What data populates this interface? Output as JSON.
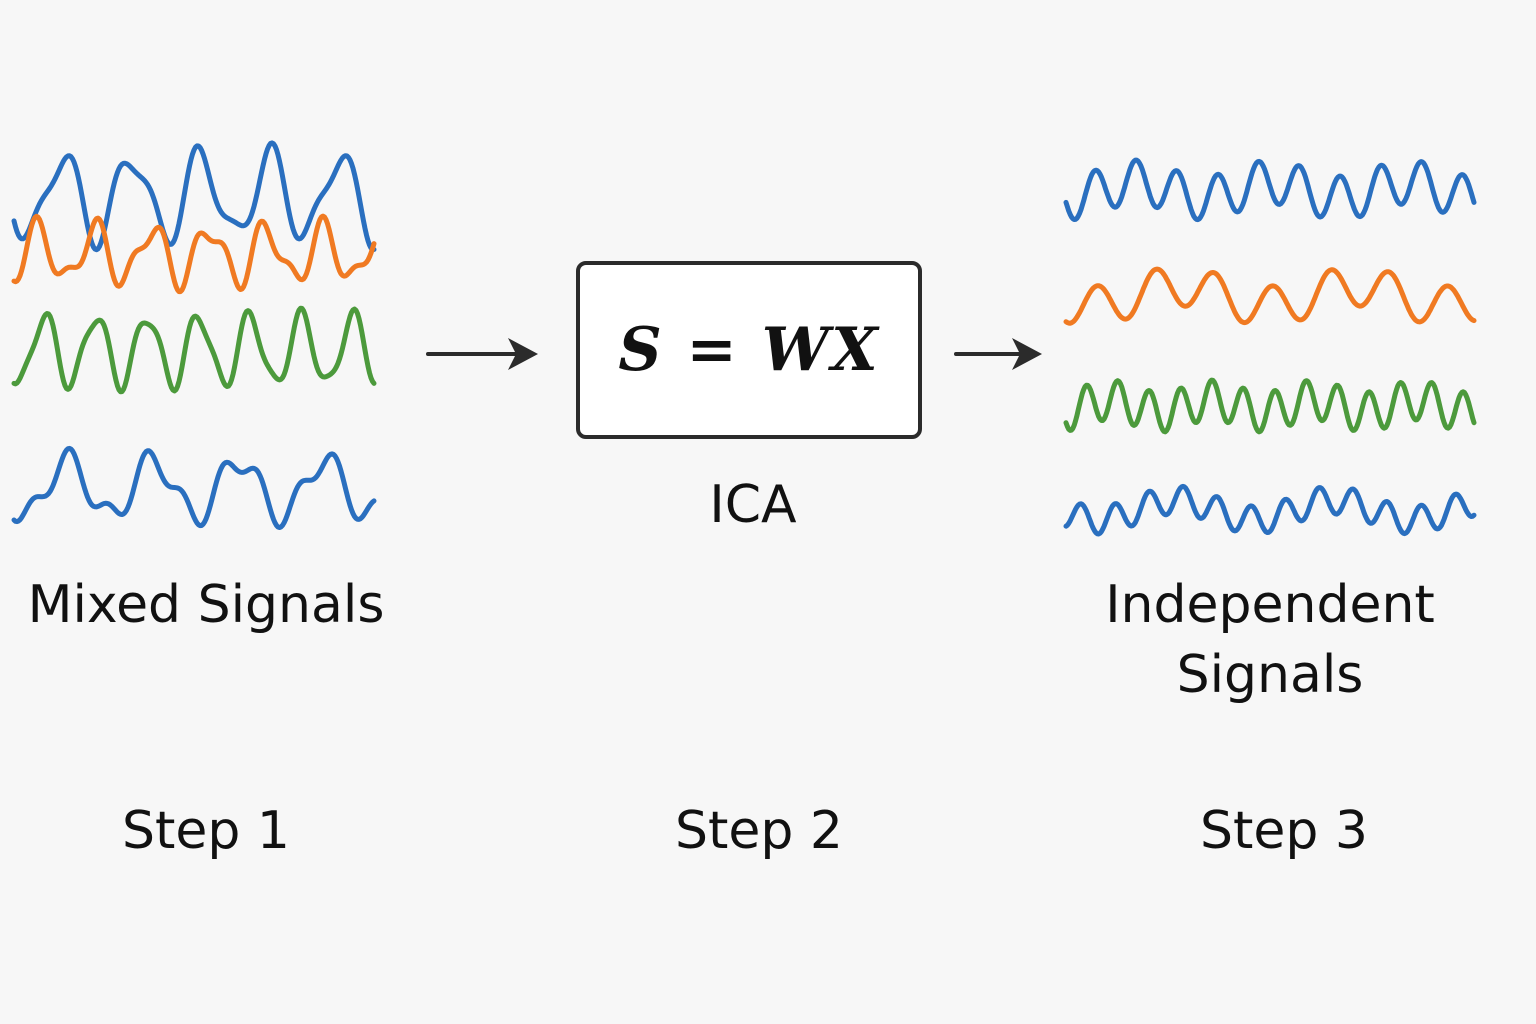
{
  "step1": {
    "label": "Mixed Signals",
    "step": "Step 1",
    "signals": [
      {
        "color_name": "blue",
        "color": "#2a6fbf"
      },
      {
        "color_name": "orange",
        "color": "#f07a22"
      },
      {
        "color_name": "green",
        "color": "#4c9a3c"
      },
      {
        "color_name": "blue",
        "color": "#2a6fbf"
      }
    ]
  },
  "step2": {
    "formula": "S = WX",
    "label": "ICA",
    "step": "Step 2"
  },
  "step3": {
    "label_line1": "Independent",
    "label_line2": "Signals",
    "step": "Step 3",
    "signals": [
      {
        "color_name": "blue",
        "color": "#2a6fbf"
      },
      {
        "color_name": "orange",
        "color": "#f07a22"
      },
      {
        "color_name": "green",
        "color": "#4c9a3c"
      },
      {
        "color_name": "blue",
        "color": "#2a6fbf"
      }
    ]
  },
  "colors": {
    "background": "#f7f7f7",
    "arrow": "#2b2b2b",
    "box_border": "#2b2b2b"
  },
  "icons": {
    "flow_arrow": "right-arrow-icon"
  }
}
